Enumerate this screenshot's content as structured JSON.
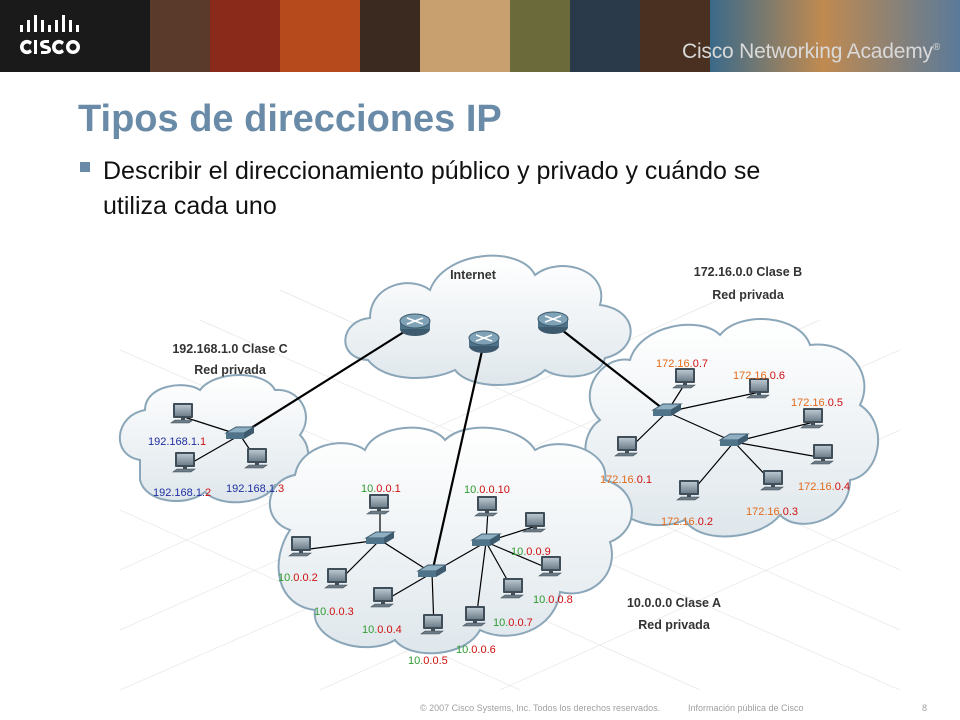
{
  "header": {
    "logo": "cisco-logo",
    "brand": "Cisco Networking Academy",
    "trademark": "®"
  },
  "slide": {
    "title": "Tipos de direcciones IP",
    "bullet": "Describir el direccionamiento público y privado y cuándo se utiliza cada uno"
  },
  "diagram": {
    "internet": {
      "label": "Internet",
      "routers": 3
    },
    "network_c": {
      "label_line1": "192.168.1.0 Clase C",
      "label_line2": "Red privada",
      "hosts": [
        {
          "prefix": "192.168.1.",
          "host": "1"
        },
        {
          "prefix": "192.168.1.",
          "host": "2"
        },
        {
          "prefix": "192.168.1.",
          "host": "3"
        }
      ]
    },
    "network_b": {
      "label_line1": "172.16.0.0 Clase B",
      "label_line2": "Red privada",
      "hosts": [
        {
          "prefix": "172.16.",
          "host": "0.7"
        },
        {
          "prefix": "172.16.",
          "host": "0.6"
        },
        {
          "prefix": "172.16.",
          "host": "0.5"
        },
        {
          "prefix": "172.16.",
          "host": "0.4"
        },
        {
          "prefix": "172.16.",
          "host": "0.3"
        },
        {
          "prefix": "172.16.",
          "host": "0.2"
        },
        {
          "prefix": "172.16.",
          "host": "0.1"
        }
      ]
    },
    "network_a": {
      "label_line1": "10.0.0.0 Clase A",
      "label_line2": "Red privada",
      "hosts": [
        {
          "prefix": "10.",
          "host": "0.0.1"
        },
        {
          "prefix": "10.",
          "host": "0.0.10"
        },
        {
          "prefix": "10.",
          "host": "0.0.9"
        },
        {
          "prefix": "10.",
          "host": "0.0.8"
        },
        {
          "prefix": "10.",
          "host": "0.0.7"
        },
        {
          "prefix": "10.",
          "host": "0.0.6"
        },
        {
          "prefix": "10.",
          "host": "0.0.5"
        },
        {
          "prefix": "10.",
          "host": "0.0.4"
        },
        {
          "prefix": "10.",
          "host": "0.0.3"
        },
        {
          "prefix": "10.",
          "host": "0.0.2"
        }
      ]
    },
    "colors": {
      "class_c_prefix": "#1f2fa0",
      "class_b_prefix": "#e26b1a",
      "class_a_prefix": "#2f9a2f",
      "host_part": "#d01010"
    }
  },
  "footer": {
    "copyright": "© 2007 Cisco Systems, Inc. Todos los derechos reservados.",
    "classification": "Información pública de Cisco",
    "page": "8"
  }
}
